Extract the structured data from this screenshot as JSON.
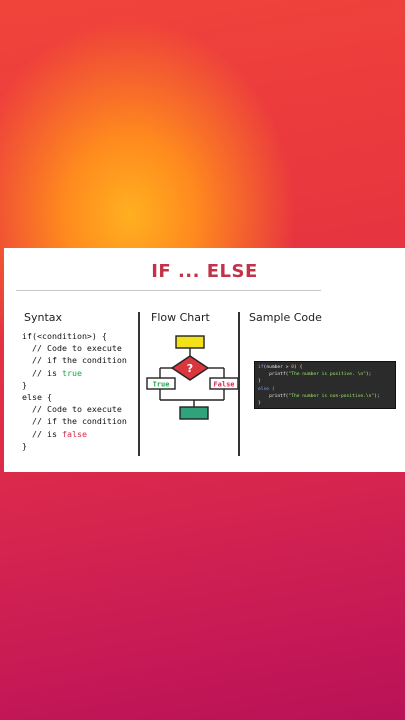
{
  "card": {
    "title": "IF ... ELSE",
    "columns": {
      "syntax": "Syntax",
      "flowchart": "Flow Chart",
      "sample": "Sample Code"
    }
  },
  "syntax_lines": [
    "if(<condition>) {",
    "  // Code to execute",
    "  // if the condition",
    "  // is ",
    "}",
    "else {",
    "  // Code to execute",
    "  // if the condition",
    "  // is ",
    "}"
  ],
  "syntax_keywords": {
    "true": "true",
    "false": "false"
  },
  "flowchart": {
    "question": "?",
    "true_label": "True",
    "false_label": "False"
  },
  "sample_code": {
    "if_kw": "if",
    "if_open": "(",
    "var": "number",
    "op": " > ",
    "num": "0",
    "if_close": ") {",
    "printf1": "    printf(",
    "str1": "\"The number is positive. \\n\"",
    "end1": ");",
    "close1": "}",
    "else_line": "else {",
    "printf2": "    printf(",
    "str2": "\"The number is non-positive.\\n\"",
    "end2": ");",
    "close2": "}"
  },
  "colors": {
    "title": "#c2334a",
    "true": "#1aa64a",
    "false": "#d22a4a",
    "yellow_box": "#f2e21a",
    "diamond": "#d9363e",
    "teal_box": "#2fa37a"
  }
}
